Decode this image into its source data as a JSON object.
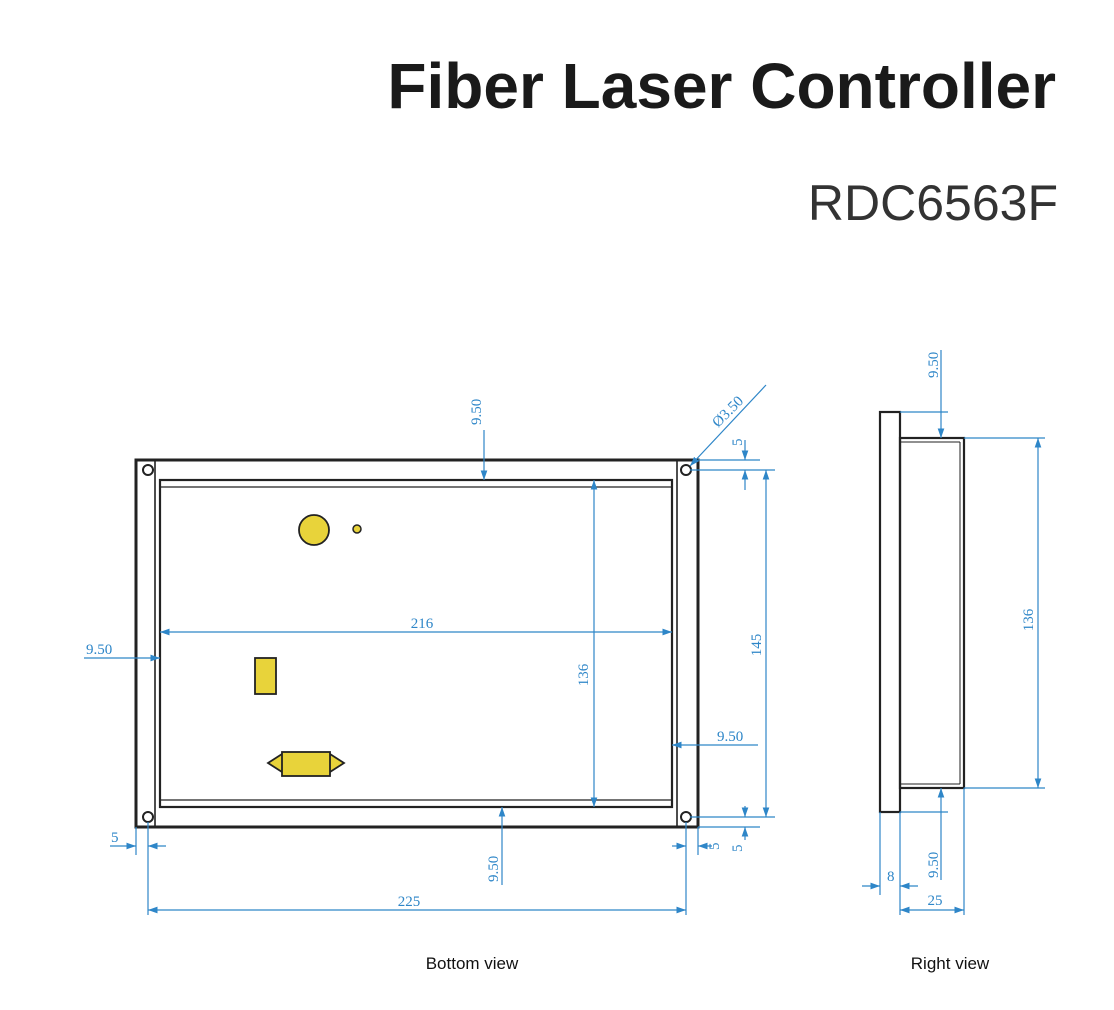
{
  "header": {
    "title": "Fiber Laser Controller",
    "model": "RDC6563F"
  },
  "bottom_view": {
    "caption": "Bottom view",
    "dims": {
      "top_offset": "9.50",
      "hole_diameter": "Ø3.50",
      "corner_top": "5",
      "inner_width": "216",
      "inner_height": "136",
      "left_offset": "9.50",
      "hole_span": "145",
      "right_offset": "9.50",
      "left_corner": "5",
      "bottom_offset": "9.50",
      "right_corner": "5",
      "bottom_corner": "5",
      "overall_width": "225"
    }
  },
  "right_view": {
    "caption": "Right view",
    "dims": {
      "top_offset": "9.50",
      "height": "136",
      "bottom_offset": "9.50",
      "flange": "8",
      "depth": "25"
    }
  },
  "colors": {
    "dimension": "#2e86c8",
    "panel_fill": "#e4e4f4",
    "connector": "#e8d33a",
    "outline": "#222222"
  }
}
